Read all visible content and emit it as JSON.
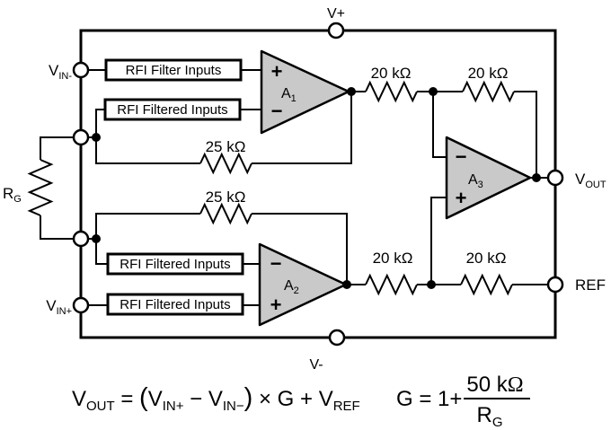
{
  "colors": {
    "line": "#000000",
    "amp_fill": "#c9c9c9",
    "background": "#ffffff"
  },
  "pins": {
    "v_plus": "V+",
    "v_minus": "V-",
    "vin_minus": {
      "base": "V",
      "sub": "IN-"
    },
    "vin_plus": {
      "base": "V",
      "sub": "IN+"
    },
    "vout": {
      "base": "V",
      "sub": "OUT"
    },
    "ref": "REF",
    "rg": {
      "base": "R",
      "sub": "G"
    }
  },
  "rfi_boxes": [
    {
      "label": "RFI Filter Inputs"
    },
    {
      "label": "RFI Filtered Inputs"
    },
    {
      "label": "RFI Filtered Inputs"
    },
    {
      "label": "RFI Filtered Inputs"
    }
  ],
  "amplifiers": [
    {
      "name": "A",
      "sub": "1",
      "top_sign": "+",
      "bottom_sign": "−"
    },
    {
      "name": "A",
      "sub": "2",
      "top_sign": "−",
      "bottom_sign": "+"
    },
    {
      "name": "A",
      "sub": "3",
      "top_sign": "−",
      "bottom_sign": "+"
    }
  ],
  "resistors": {
    "feedback_a1": "25 kΩ",
    "feedback_a2": "25 kΩ",
    "r20k_1": "20 kΩ",
    "r20k_2": "20 kΩ",
    "r20k_3": "20 kΩ",
    "r20k_4": "20 kΩ"
  },
  "equations": {
    "output": {
      "segments": [
        "V",
        "OUT",
        " = ",
        "(",
        "V",
        "IN+",
        " − ",
        "V",
        "IN−",
        ")",
        " × ",
        "G",
        " + ",
        "V",
        "REF"
      ]
    },
    "gain": {
      "lhs": "G = 1+",
      "numerator_value": "50 k",
      "numerator_omega": "Ω",
      "denominator_base": "R",
      "denominator_sub": "G"
    }
  }
}
